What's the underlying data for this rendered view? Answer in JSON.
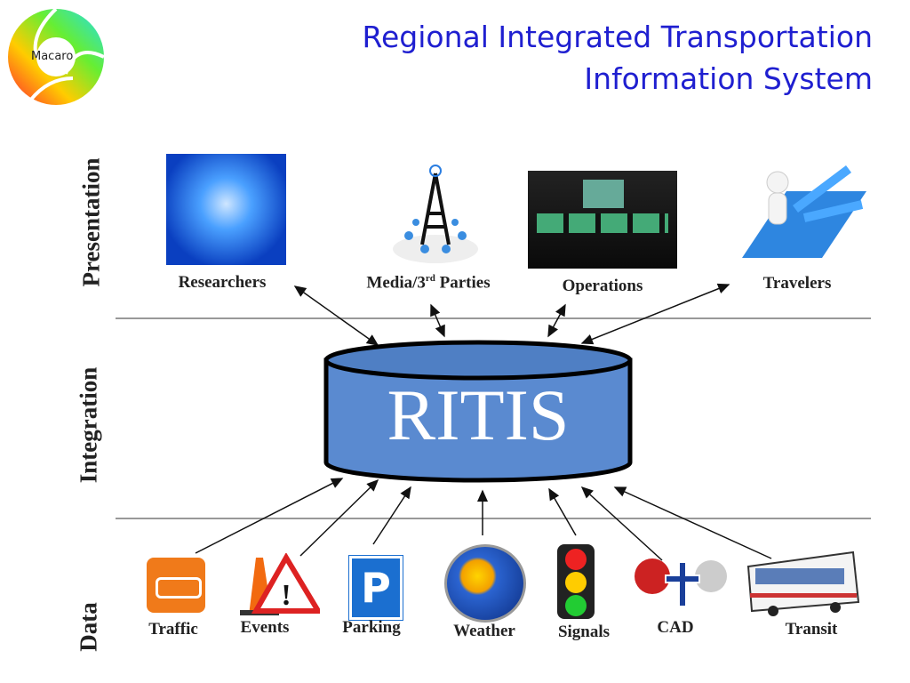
{
  "logo": {
    "text": "Macaro"
  },
  "title": {
    "line1": "Regional Integrated Transportation",
    "line2": "Information System"
  },
  "layers": {
    "presentation": "Presentation",
    "integration": "Integration",
    "data": "Data"
  },
  "hub": {
    "label": "RITIS",
    "color": "#5a8ad0"
  },
  "presentation": {
    "researchers": "Researchers",
    "media_base": "Media/3",
    "media_sup": "rd",
    "media_rest": " Parties",
    "operations": "Operations",
    "travelers": "Travelers"
  },
  "data_sources": {
    "traffic": "Traffic",
    "events": "Events",
    "parking": "Parking",
    "parking_icon": "P",
    "weather": "Weather",
    "signals": "Signals",
    "cad": "CAD",
    "transit": "Transit"
  },
  "colors": {
    "title": "#1f1fd0"
  }
}
